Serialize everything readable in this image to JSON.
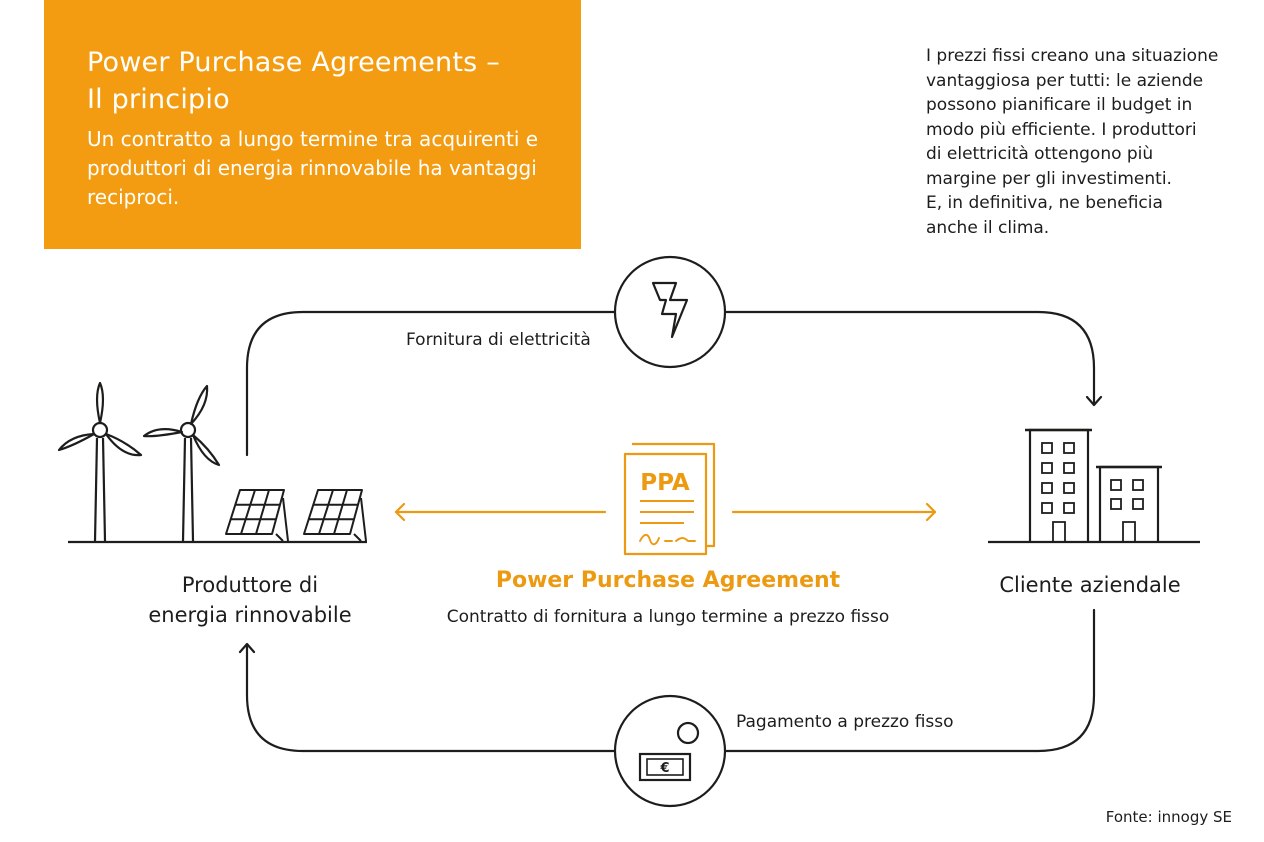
{
  "header": {
    "title_line1": "Power Purchase Agreements –",
    "title_line2": "Il principio",
    "subtitle": "Un contratto a lungo termine tra acquirenti e produttori di energia rinnovabile ha vantaggi reciproci."
  },
  "intro": {
    "lines": [
      "I prezzi fissi creano una situazione",
      "vantaggiosa per tutti: le aziende",
      "possono pianificare il budget in",
      "modo più efficiente. I produttori",
      "di elettricità ottengono più",
      "margine per gli investimenti.",
      "E, in definitiva, ne beneficia",
      "anche il clima."
    ]
  },
  "flows": {
    "supply_label": "Fornitura di elettricità",
    "payment_label": "Pagamento a prezzo fisso"
  },
  "producer": {
    "line1": "Produttore di",
    "line2": "energia rinnovabile"
  },
  "customer": {
    "label": "Cliente aziendale"
  },
  "ppa": {
    "doc_label": "PPA",
    "title": "Power Purchase Agreement",
    "subtitle": "Contratto di fornitura a lungo termine a prezzo fisso"
  },
  "icons": {
    "lightning": "lightning-icon",
    "money": "euro-banknote-icon",
    "wind": "wind-turbine-icon",
    "solar": "solar-panel-icon",
    "building": "office-building-icon",
    "document": "contract-document-icon"
  },
  "currency_symbol": "€",
  "source": "Fonte: innogy SE",
  "colors": {
    "accent": "#f39c12",
    "accent_text": "#ec9a12",
    "ink": "#1d1d1b",
    "background": "#ffffff"
  }
}
